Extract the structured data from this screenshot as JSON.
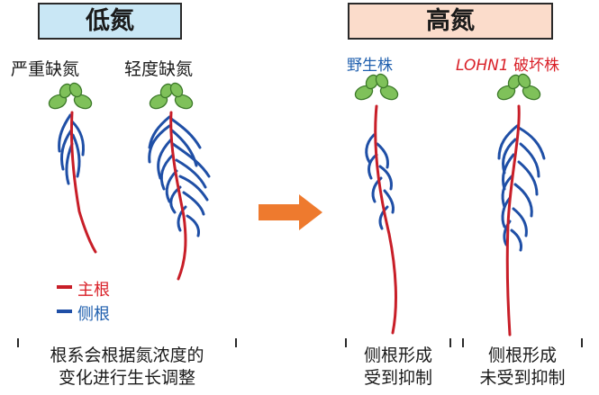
{
  "headers": {
    "low": "低氮",
    "high": "高氮"
  },
  "low_labels": {
    "severe": "严重缺氮",
    "mild": "轻度缺氮"
  },
  "high_labels": {
    "wild": "野生株",
    "mutant_gene": "LOHN1",
    "mutant_suffix": "破坏株"
  },
  "legend": {
    "main_root": "主根",
    "lateral_root": "侧根"
  },
  "captions": {
    "low_line1": "根系会根据氮浓度的",
    "low_line2": "变化进行生长调整",
    "wild_line1": "侧根形成",
    "wild_line2": "受到抑制",
    "mutant_line1": "侧根形成",
    "mutant_line2": "未受到抑制"
  },
  "colors": {
    "main_root": "#c81e28",
    "lateral_root": "#1f4fa6",
    "leaf": "#7fc15a",
    "arrow": "#ee7a2e",
    "low_header_bg": "#c9e7f5",
    "high_header_bg": "#fbdccb"
  }
}
